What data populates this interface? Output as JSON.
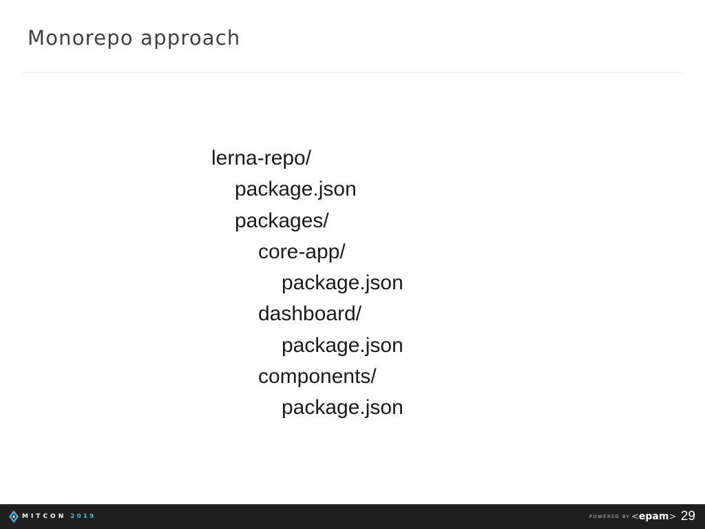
{
  "slide": {
    "title": "Monorepo approach"
  },
  "tree": [
    {
      "text": "lerna-repo/",
      "level": 0
    },
    {
      "text": "package.json",
      "level": 1
    },
    {
      "text": "packages/",
      "level": 1
    },
    {
      "text": "core-app/",
      "level": 2
    },
    {
      "text": "package.json",
      "level": 3
    },
    {
      "text": "dashboard/",
      "level": 2
    },
    {
      "text": "package.json",
      "level": 3
    },
    {
      "text": "components/",
      "level": 2
    },
    {
      "text": "package.json",
      "level": 3
    }
  ],
  "footer": {
    "logo_text": "MITCON",
    "logo_year": "2019",
    "powered_by": "POWERED BY",
    "epam_left": "<",
    "epam_name": "epam",
    "epam_right": ">",
    "page_number": "29",
    "logo_icon": "mitcon-logo-icon",
    "colors": {
      "footer_bg": "#1f1f1f",
      "accent": "#3fb6d3"
    }
  }
}
